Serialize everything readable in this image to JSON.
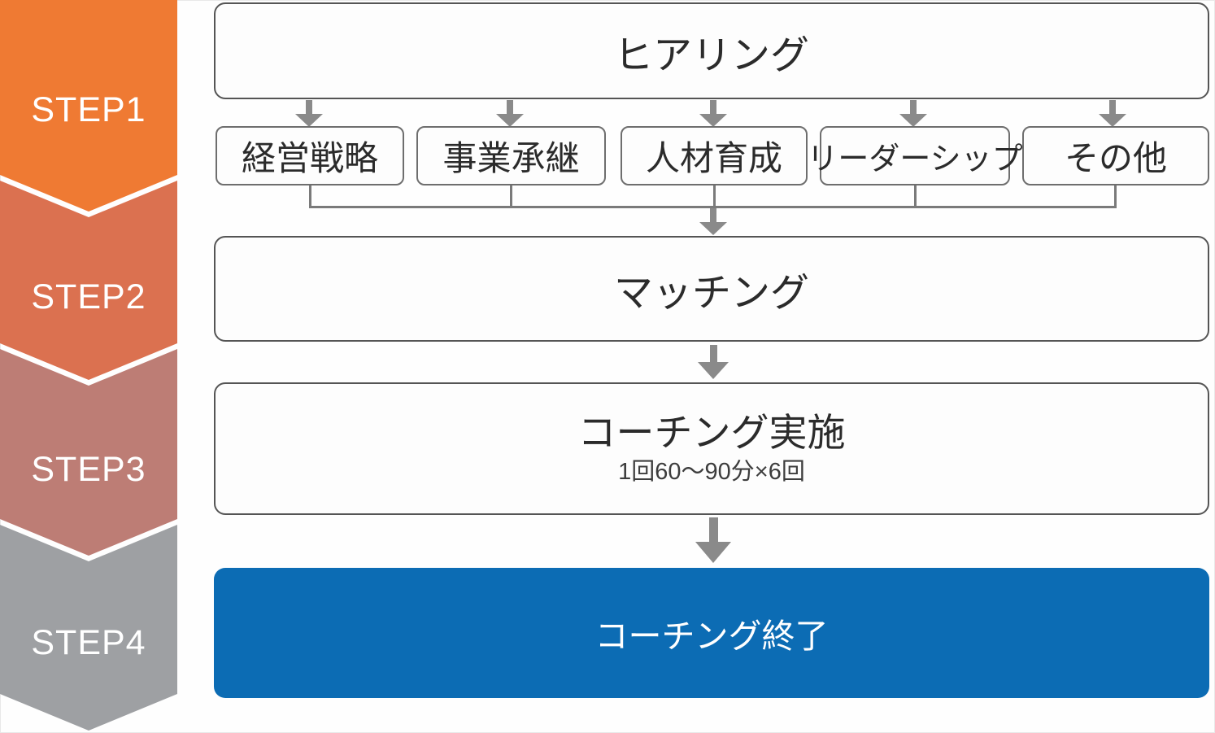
{
  "palette": {
    "step1": "#EF7A33",
    "step2": "#DB7150",
    "step3": "#BD7D75",
    "step4": "#9EA0A3",
    "finish_bg": "#0C6CB4",
    "arrow": "#8A8A8A",
    "connector": "#7A7A7A",
    "box_border_dark": "#555555",
    "box_border_light": "#6E6E6E",
    "text_dark": "#2B2B2B",
    "text_sub": "#3D3D3D",
    "step_text": "#FFFFFF"
  },
  "steps": [
    {
      "label": "STEP1",
      "color": "#EF7A33"
    },
    {
      "label": "STEP2",
      "color": "#DB7150"
    },
    {
      "label": "STEP3",
      "color": "#BD7D75"
    },
    {
      "label": "STEP4",
      "color": "#9EA0A3"
    }
  ],
  "flow": {
    "hearing": {
      "title": "ヒアリング"
    },
    "categories": [
      {
        "label": "経営戦略"
      },
      {
        "label": "事業承継"
      },
      {
        "label": "人材育成"
      },
      {
        "label": "リーダーシップ"
      },
      {
        "label": "その他"
      }
    ],
    "matching": {
      "title": "マッチング"
    },
    "coaching": {
      "title": "コーチング実施",
      "sessions_note": "1回60〜90分×6回"
    },
    "finish": {
      "title": "コーチング終了"
    }
  }
}
